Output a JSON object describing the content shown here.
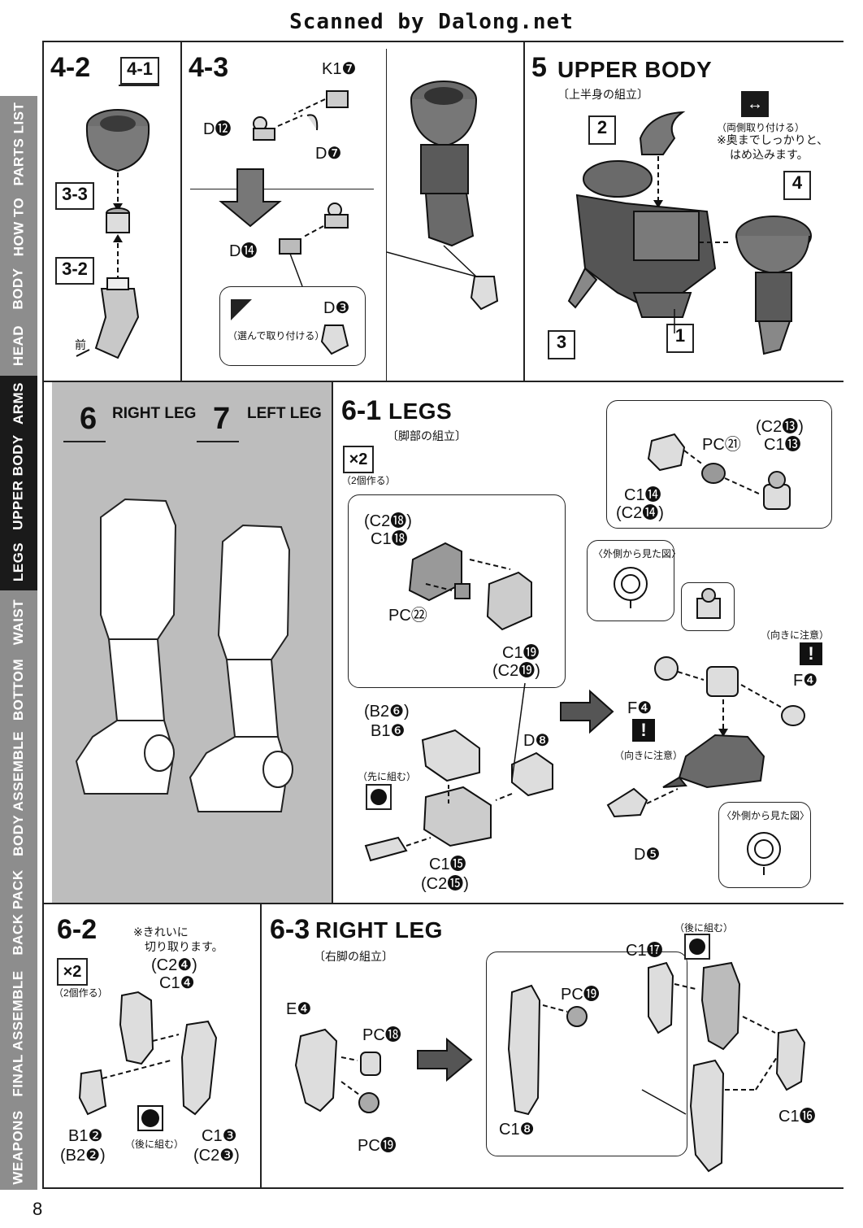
{
  "scan_credit": "Scanned by Dalong.net",
  "page_number": "8",
  "sidebar_tabs": [
    {
      "label": "PARTS LIST",
      "active": false
    },
    {
      "label": "HOW TO",
      "active": false
    },
    {
      "label": "BODY",
      "active": false
    },
    {
      "label": "HEAD",
      "active": false
    },
    {
      "label": "ARMS",
      "active": true
    },
    {
      "label": "UPPER BODY",
      "active": true
    },
    {
      "label": "LEGS",
      "active": true
    },
    {
      "label": "WAIST",
      "active": false
    },
    {
      "label": "BOTTOM",
      "active": false
    },
    {
      "label": "BODY ASSEMBLE",
      "active": false
    },
    {
      "label": "BACK PACK",
      "active": false
    },
    {
      "label": "FINAL ASSEMBLE",
      "active": false
    },
    {
      "label": "WEAPONS",
      "active": false
    }
  ],
  "step_4_2": {
    "number": "4-2",
    "box_4_1": "4-1",
    "box_3_3": "3-3",
    "box_3_2": "3-2",
    "front_label": "前"
  },
  "step_4_3": {
    "number": "4-3",
    "k1_7": "K1❼",
    "d12": "D⓬",
    "d7": "D❼",
    "d14": "D⓮",
    "d3": "D❸",
    "choose_note": "（選んで取り付ける）"
  },
  "step_5": {
    "number": "5",
    "title": "UPPER BODY",
    "subtitle": "〔上半身の組立〕",
    "box_1": "1",
    "box_2": "2",
    "box_3": "3",
    "box_4": "4",
    "both_sides": "（両側取り付ける）",
    "insert_note_1": "※奥までしっかりと、",
    "insert_note_2": "はめ込みます。"
  },
  "step_6_7": {
    "num_6": "6",
    "right_leg": "RIGHT LEG",
    "num_7": "7",
    "left_leg": "LEFT LEG"
  },
  "step_6_1": {
    "number": "6-1",
    "title": "LEGS",
    "subtitle": "〔脚部の組立〕",
    "times": "×2",
    "make_two": "（2個作る）",
    "c2_18": "(C2⓲)",
    "c1_18": "C1⓲",
    "pc22": "PC㉒",
    "c1_19": "C1⓳",
    "c2_19": "(C2⓳)",
    "b2_6": "(B2❻)",
    "b1_6": "B1❻",
    "d8": "D❽",
    "assemble_first": "（先に組む）",
    "c1_15": "C1⓯",
    "c2_15": "(C2⓯)",
    "c2_13": "(C2⓭)",
    "c1_13": "C1⓭",
    "pc21": "PC㉑",
    "c1_14": "C1⓮",
    "c2_14": "(C2⓮)",
    "outside_view": "〈外側から見た図〉",
    "f4_left": "F❹",
    "f4_right": "F❹",
    "mind_direction": "（向きに注意）",
    "d5": "D❺",
    "outside_view_2": "〈外側から見た図〉"
  },
  "step_6_2": {
    "number": "6-2",
    "times": "×2",
    "make_two": "（2個作る）",
    "cut_note_1": "※きれいに",
    "cut_note_2": "切り取ります。",
    "c2_4": "(C2❹)",
    "c1_4": "C1❹",
    "b1_2": "B1❷",
    "b2_2": "(B2❷)",
    "assemble_later": "（後に組む）",
    "c1_3": "C1❸",
    "c2_3": "(C2❸)"
  },
  "step_6_3": {
    "number": "6-3",
    "title": "RIGHT LEG",
    "subtitle": "〔右脚の組立〕",
    "e4": "E❹",
    "pc18": "PC⓲",
    "pc19_a": "PC⓳",
    "pc19_b": "PC⓳",
    "c1_8": "C1❽",
    "c1_17": "C1⓱",
    "assemble_later": "（後に組む）",
    "c1_16": "C1⓰"
  }
}
